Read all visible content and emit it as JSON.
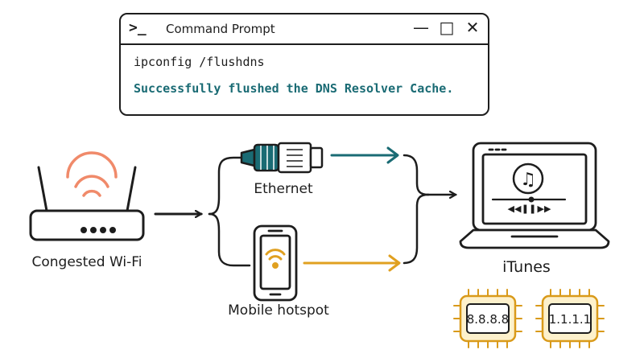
{
  "command_prompt": {
    "title": "Command Prompt",
    "prompt_glyph": ">_",
    "controls": {
      "minimize": "—",
      "maximize": "□",
      "close": "✕"
    },
    "command": "ipconfig /flushdns",
    "output": "Successfully flushed the DNS Resolver Cache."
  },
  "nodes": {
    "router_label": "Congested Wi-Fi",
    "ethernet_label": "Ethernet",
    "hotspot_label": "Mobile hotspot",
    "laptop_label": "iTunes"
  },
  "dns_chips": [
    "8.8.8.8",
    "1.1.1.1"
  ],
  "colors": {
    "ink": "#1d1d1d",
    "teal": "#1a6b74",
    "amber": "#e0a020",
    "wifi_orange": "#f08a6a",
    "chip_fill": "#fdf1cc",
    "chip_stroke": "#d99a1a"
  },
  "icons": {
    "router": "router-icon",
    "ethernet": "ethernet-cable-icon",
    "phone": "smartphone-icon",
    "laptop": "laptop-icon",
    "music": "music-note-icon"
  }
}
